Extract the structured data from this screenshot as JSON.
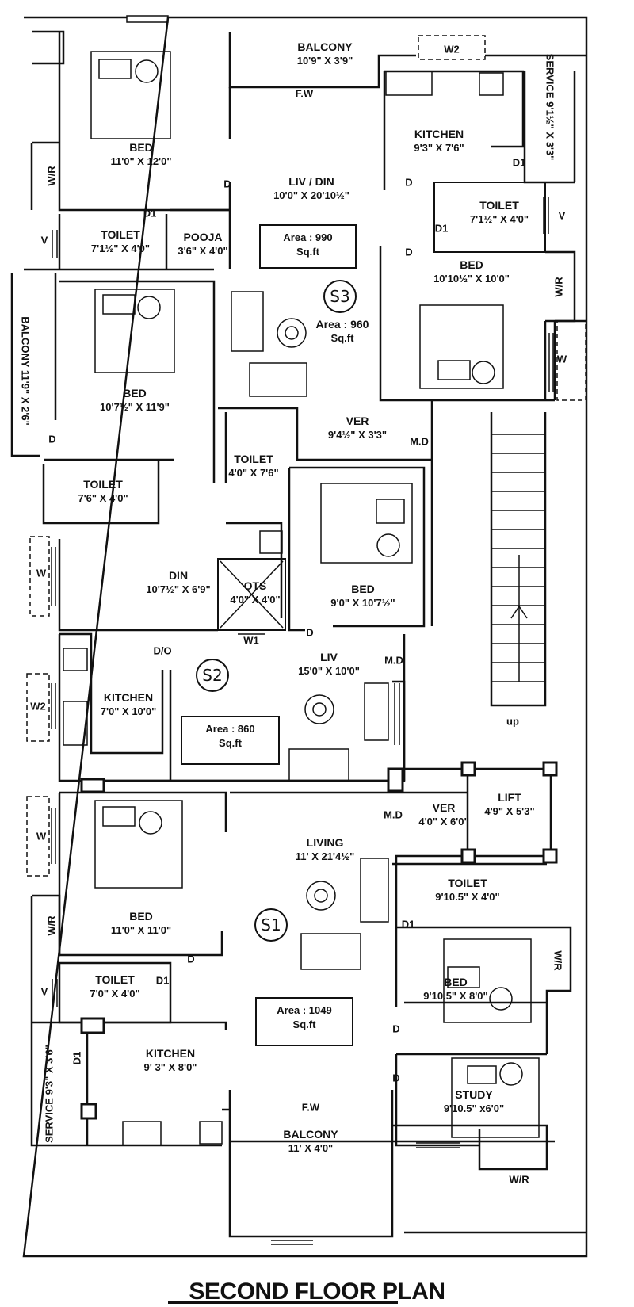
{
  "title": "SECOND FLOOR PLAN",
  "units": {
    "s3": {
      "tag": "S3",
      "area_label": "Area : 990",
      "area_unit": "Sq.ft",
      "area2_label": "Area : 960",
      "area2_unit": "Sq.ft"
    },
    "s2": {
      "tag": "S2",
      "area_label": "Area : 860",
      "area_unit": "Sq.ft"
    },
    "s1": {
      "tag": "S1",
      "area_label": "Area : 1049",
      "area_unit": "Sq.ft"
    }
  },
  "rooms": {
    "bed_tl": {
      "name": "BED",
      "dim": "11'0\" X 12'0\""
    },
    "balcony_top": {
      "name": "BALCONY",
      "dim": "10'9\" X 3'9\""
    },
    "fw_top": "F.W",
    "liv_din": {
      "name": "LIV / DIN",
      "dim": "10'0\" X 20'10½\""
    },
    "kitchen_top": {
      "name": "KITCHEN",
      "dim": "9'3\" X 7'6\""
    },
    "service_top": {
      "name": "SERVICE",
      "dim": "9'1½\" X 3'3\""
    },
    "w2_top": "W2",
    "toilet_tl": {
      "name": "TOILET",
      "dim": "7'1½\" X 4'0\""
    },
    "pooja": {
      "name": "POOJA",
      "dim": "3'6\" X 4'0\""
    },
    "toilet_tr": {
      "name": "TOILET",
      "dim": "7'1½\" X 4'0\""
    },
    "bed_tr": {
      "name": "BED",
      "dim": "10'10½\" X 10'0\""
    },
    "balcony_left": {
      "name": "BALCONY",
      "dim": "11'9\" X 2'6\""
    },
    "bed_ml": {
      "name": "BED",
      "dim": "10'7½\" X 11'9\""
    },
    "ver_top": {
      "name": "VER",
      "dim": "9'4½\" X 3'3\""
    },
    "toilet_ml": {
      "name": "TOILET",
      "dim": "7'6\" X 4'0\""
    },
    "toilet_mc": {
      "name": "TOILET",
      "dim": "4'0\" X 7'6\""
    },
    "din": {
      "name": "DIN",
      "dim": "10'7½\" X 6'9\""
    },
    "ots": {
      "name": "OTS",
      "dim": "4'0\" X 4'0\""
    },
    "bed_mc": {
      "name": "BED",
      "dim": "9'0\" X 10'7½\""
    },
    "kitchen_ml": {
      "name": "KITCHEN",
      "dim": "7'0\" X 10'0\""
    },
    "liv_mid": {
      "name": "LIV",
      "dim": "15'0\" X 10'0\""
    },
    "lift": {
      "name": "LIFT",
      "dim": "4'9\" X 5'3\""
    },
    "ver_mid": {
      "name": "VER",
      "dim": "4'0\" X 6'0\""
    },
    "living": {
      "name": "LIVING",
      "dim": "11' X 21'4½\""
    },
    "bed_bl": {
      "name": "BED",
      "dim": "11'0\" X 11'0\""
    },
    "toilet_br": {
      "name": "TOILET",
      "dim": "9'10.5\" X 4'0\""
    },
    "bed_br": {
      "name": "BED",
      "dim": "9'10.5\" X 8'0\""
    },
    "toilet_bl": {
      "name": "TOILET",
      "dim": "7'0\" X 4'0\""
    },
    "kitchen_bl": {
      "name": "KITCHEN",
      "dim": "9' 3\" X 8'0\""
    },
    "service_bl": {
      "name": "SERVICE",
      "dim": "9'3\" X 3'6\""
    },
    "study": {
      "name": "STUDY",
      "dim": "9'10.5\" x6'0\""
    },
    "balcony_bottom": {
      "name": "BALCONY",
      "dim": "11' X 4'0\""
    },
    "fw_bottom": "F.W"
  },
  "tags": {
    "d": "D",
    "d1": "D1",
    "do": "D/O",
    "md": "M.D",
    "w": "W",
    "w1": "W1",
    "w2": "W2",
    "v": "V",
    "wr": "W/R",
    "up": "up"
  }
}
